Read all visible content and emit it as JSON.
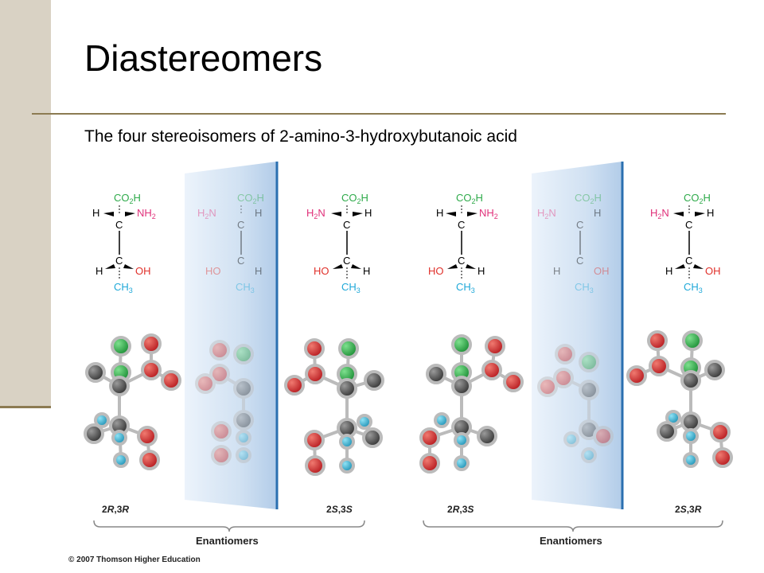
{
  "slide": {
    "title": "Diastereomers",
    "subtitle": "The four stereoisomers of 2-amino-3-hydroxybutanoic acid",
    "copyright": "© 2007 Thomson Higher Education"
  },
  "colors": {
    "sidebar": "#d9d2c4",
    "rule": "#8c7b52",
    "carboxyl_green": "#2eaa4a",
    "amine_magenta": "#e0307a",
    "hydroxyl_red": "#e0302a",
    "methyl_cyan": "#1fa8d8",
    "mirror_blue": "#2a6fb0"
  },
  "isomers": [
    {
      "label_a": "2",
      "label_b": "R",
      "label_c": ",3",
      "label_d": "R"
    },
    {
      "label_a": "2",
      "label_b": "S",
      "label_c": ",3",
      "label_d": "S"
    },
    {
      "label_a": "2",
      "label_b": "R",
      "label_c": ",3",
      "label_d": "S"
    },
    {
      "label_a": "2",
      "label_b": "S",
      "label_c": ",3",
      "label_d": "R"
    }
  ],
  "labels": {
    "enantiomers_left": "Enantiomers",
    "enantiomers_right": "Enantiomers",
    "co2h_a": "CO",
    "co2h_b": "2",
    "co2h_c": "H",
    "nh2_a": "NH",
    "nh2_b": "2",
    "h2n_a": "H",
    "h2n_b": "2",
    "h2n_c": "N",
    "ch3_a": "CH",
    "ch3_b": "3",
    "oh": "OH",
    "ho": "HO",
    "h": "H",
    "c": "C"
  }
}
